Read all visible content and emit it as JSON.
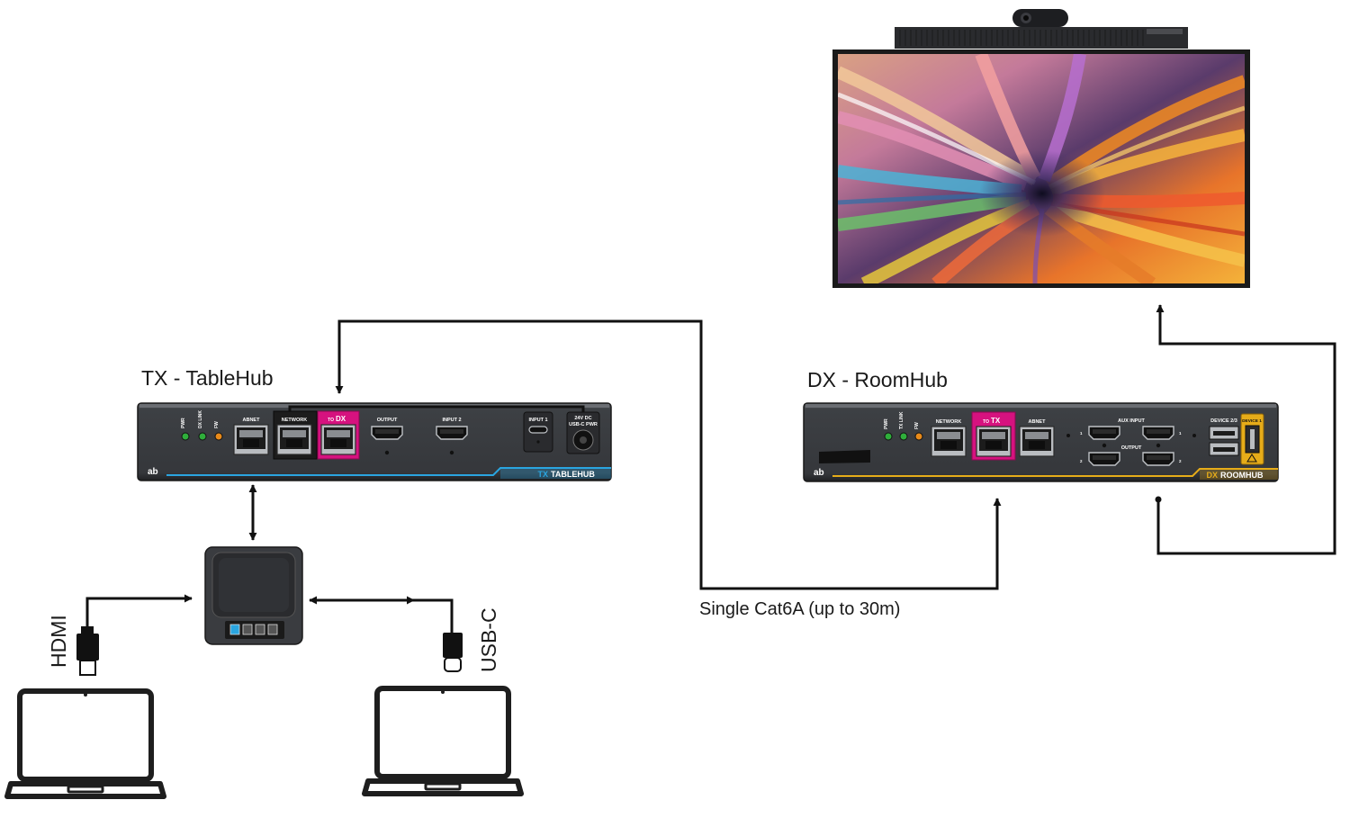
{
  "tx": {
    "title": "TX - TableHub",
    "ports": {
      "pwr": "PWR",
      "dx_link": "DX LINK",
      "fw": "FW",
      "abnet": "ABNET",
      "network": "NETWORK",
      "to_dx_prefix": "TO",
      "to_dx": "DX",
      "output": "OUTPUT",
      "input2": "INPUT 2",
      "input1": "INPUT 1",
      "pwr_line1": "24V DC",
      "pwr_line2": "USB-C PWR"
    },
    "logo": "ab",
    "brand_prefix": "TX",
    "brand": "TABLEHUB"
  },
  "dx": {
    "title": "DX - RoomHub",
    "ports": {
      "pwr": "PWR",
      "tx_link": "TX LINK",
      "fw": "FW",
      "network": "NETWORK",
      "to_tx_prefix": "TO",
      "to_tx": "TX",
      "abnet": "ABNET",
      "aux_input": "AUX INPUT",
      "output": "OUTPUT",
      "n1": "1",
      "n2": "2",
      "device23": "DEVICE 2/3",
      "device1": "DEVICE 1"
    },
    "logo": "ab",
    "brand_prefix": "DX",
    "brand": "ROOMHUB"
  },
  "cable_label": "Single Cat6A (up to 30m)",
  "hdmi_label": "HDMI",
  "usbc_label": "USB-C",
  "colors": {
    "magenta": "#d6127f",
    "tx_accent": "#2aa5e0",
    "dx_accent": "#e6ac19",
    "led_green": "#2fae3b",
    "led_orange": "#e88a1a",
    "chassis": "#3a3c40"
  }
}
